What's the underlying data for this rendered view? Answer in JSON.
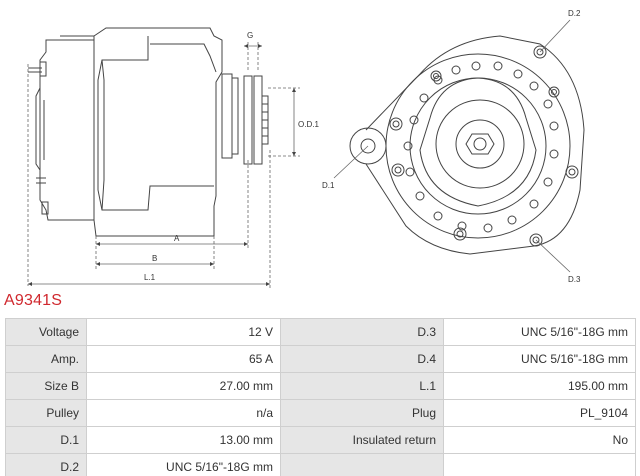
{
  "drawing": {
    "labels": {
      "G": "G",
      "OD1": "O.D.1",
      "A": "A",
      "B": "B",
      "L1": "L.1",
      "D1": "D.1",
      "D2": "D.2",
      "D3": "D.3"
    }
  },
  "part_number": "A9341S",
  "specs": [
    {
      "k1": "Voltage",
      "v1": "12 V",
      "k2": "D.3",
      "v2": "UNC 5/16\"-18G mm"
    },
    {
      "k1": "Amp.",
      "v1": "65 A",
      "k2": "D.4",
      "v2": "UNC 5/16\"-18G mm"
    },
    {
      "k1": "Size B",
      "v1": "27.00 mm",
      "k2": "L.1",
      "v2": "195.00 mm"
    },
    {
      "k1": "Pulley",
      "v1": "n/a",
      "k2": "Plug",
      "v2": "PL_9104"
    },
    {
      "k1": "D.1",
      "v1": "13.00 mm",
      "k2": "Insulated return",
      "v2": "No"
    },
    {
      "k1": "D.2",
      "v1": "UNC 5/16\"-18G mm",
      "k2": "",
      "v2": ""
    }
  ]
}
